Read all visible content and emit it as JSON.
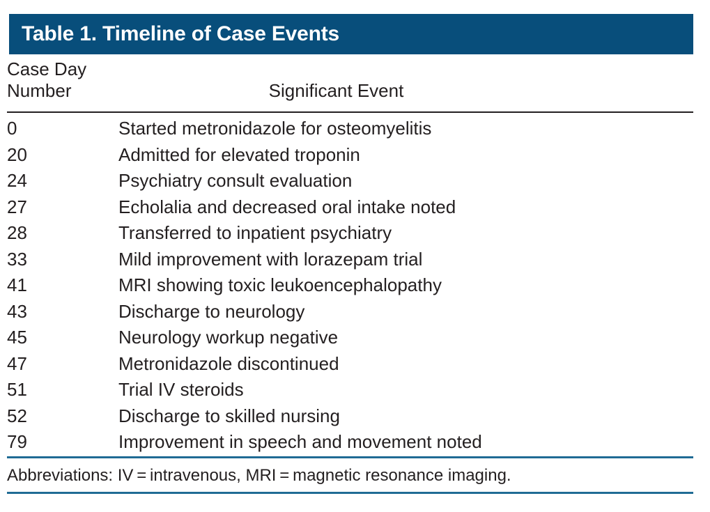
{
  "table": {
    "title": "Table 1. Timeline of Case Events",
    "columns": {
      "day": "Case Day\nNumber",
      "event": "Significant Event"
    },
    "rows": [
      {
        "day": "0",
        "event": "Started metronidazole for osteomyelitis"
      },
      {
        "day": "20",
        "event": "Admitted for elevated troponin"
      },
      {
        "day": "24",
        "event": "Psychiatry consult evaluation"
      },
      {
        "day": "27",
        "event": "Echolalia and decreased oral intake noted"
      },
      {
        "day": "28",
        "event": "Transferred to inpatient psychiatry"
      },
      {
        "day": "33",
        "event": "Mild improvement with lorazepam trial"
      },
      {
        "day": "41",
        "event": "MRI showing toxic leukoencephalopathy"
      },
      {
        "day": "43",
        "event": "Discharge to neurology"
      },
      {
        "day": "45",
        "event": "Neurology workup negative"
      },
      {
        "day": "47",
        "event": "Metronidazole discontinued"
      },
      {
        "day": "51",
        "event": "Trial IV steroids"
      },
      {
        "day": "52",
        "event": "Discharge to skilled nursing"
      },
      {
        "day": "79",
        "event": "Improvement in speech and movement noted"
      }
    ],
    "footnote": "Abbreviations: IV = intravenous, MRI = magnetic resonance imaging.",
    "colors": {
      "title_bar": "#084E7B",
      "title_text": "#FFFFFF",
      "body_text": "#231F20",
      "header_rule": "#231F20",
      "accent_rule": "#1F6B94",
      "background": "#FFFFFF"
    }
  }
}
